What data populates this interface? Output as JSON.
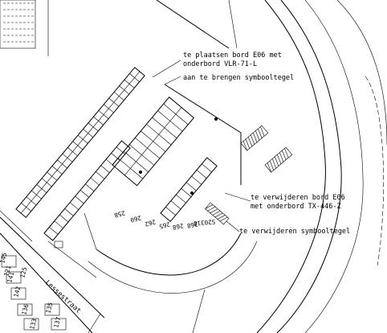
{
  "annotations": {
    "sign_e06_line1": "te plaatsen bord E06 met",
    "sign_e06_line2": "onderbord VLR-71-L",
    "symbol_tile_add": "aan te brengen symbooltegel",
    "remove_sign_line1": "te verwijderen bord E06",
    "remove_sign_line2": "met onderbord TX-446-Z",
    "symbol_tile_remove": "te verwijderen symbooltegel"
  },
  "street": {
    "name": "Lessestraat"
  },
  "house_numbers": [
    "258",
    "260",
    "262",
    "265",
    "268",
    "268",
    "S20318"
  ],
  "parcel_labels": [
    "145",
    "141",
    "142",
    "136",
    "133",
    "135",
    "137",
    "125",
    "121"
  ]
}
